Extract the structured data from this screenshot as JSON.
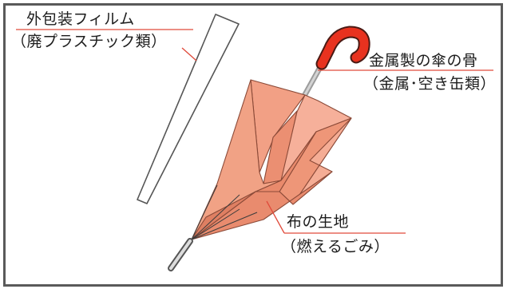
{
  "labels": {
    "film": {
      "name": "外包装フィルム",
      "category": "（廃プラスチック類）"
    },
    "frame": {
      "name": "金属製の傘の骨",
      "category": "（金属･空き缶類）"
    },
    "fabric": {
      "name": "布の生地",
      "category": "（燃えるごみ）"
    }
  },
  "colors": {
    "leader_line": "#e04a3a",
    "handle": "#e8321f",
    "fabric_light": "#f6b09a",
    "fabric_mid": "#ee9478",
    "fabric_dark": "#df7f62",
    "shaft": "#b9b9b9",
    "border": "#5a5a5a"
  }
}
